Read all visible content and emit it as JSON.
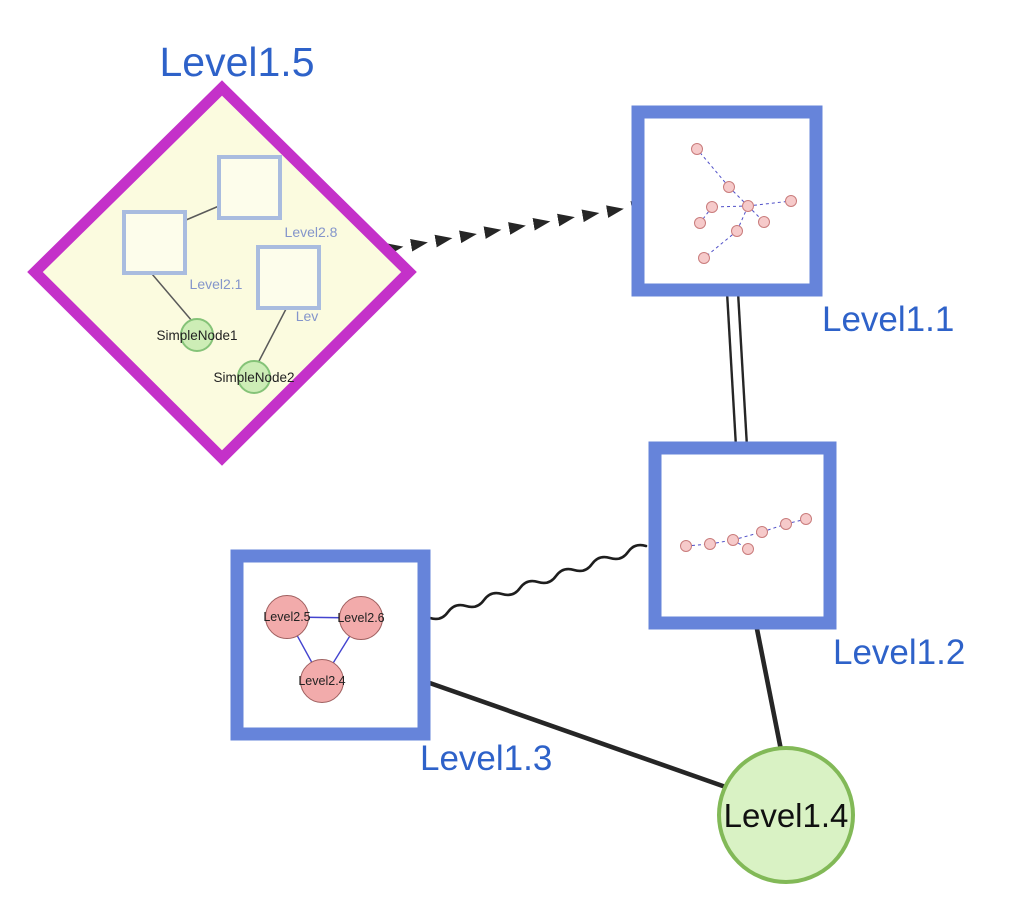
{
  "nodes": {
    "level1_5": {
      "label": "Level1.5",
      "type": "group-diamond",
      "children": {
        "level2_8": {
          "label": "Level2.8"
        },
        "level2_1": {
          "label": "Level2.1"
        },
        "level2_x": {
          "label": "Lev"
        },
        "simple1": {
          "label": "SimpleNode1"
        },
        "simple2": {
          "label": "SimpleNode2"
        }
      }
    },
    "level1_1": {
      "label": "Level1.1",
      "type": "group-square"
    },
    "level1_2": {
      "label": "Level1.2",
      "type": "group-square"
    },
    "level1_3": {
      "label": "Level1.3",
      "type": "group-square",
      "children": {
        "level2_5": {
          "label": "Level2.5"
        },
        "level2_6": {
          "label": "Level2.6"
        },
        "level2_4": {
          "label": "Level2.4"
        }
      }
    },
    "level1_4": {
      "label": "Level1.4",
      "type": "circle"
    }
  },
  "edges": [
    {
      "from": "Level1.5",
      "to": "Level1.1",
      "style": "thick-dashed-chevron-arrow"
    },
    {
      "from": "Level1.1",
      "to": "Level1.2",
      "style": "double-parallel-line"
    },
    {
      "from": "Level1.3",
      "to": "Level1.2",
      "style": "wavy-line"
    },
    {
      "from": "Level1.3",
      "to": "Level1.4",
      "style": "solid-thick"
    },
    {
      "from": "Level1.2",
      "to": "Level1.4",
      "style": "solid-thick"
    }
  ],
  "colors": {
    "label_blue": "#2e62c9",
    "diamond_border": "#c431c9",
    "diamond_fill": "#fbfbdf",
    "square_border": "#6684da",
    "inner_square_border": "#a9bcdf",
    "green_node_fill": "#cdedb6",
    "green_node_border": "#85c378",
    "big_green_fill": "#d9f2c4",
    "big_green_border": "#82b957",
    "pink_node_fill": "#f2abab",
    "pink_node_border": "#9f5f5f",
    "mini_pink_fill": "#f6caca",
    "mini_pink_border": "#c97c7c",
    "edge_color": "#262626",
    "inner_edge_blue": "#4343cf"
  }
}
